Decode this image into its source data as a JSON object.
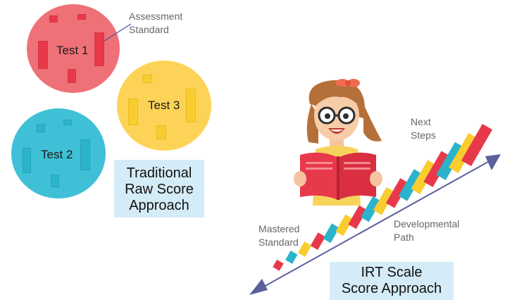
{
  "tests": {
    "test1": {
      "label": "Test 1",
      "color": "#ef7178"
    },
    "test2": {
      "label": "Test 2",
      "color": "#3fc0d6"
    },
    "test3": {
      "label": "Test 3",
      "color": "#fdd357"
    }
  },
  "annotations": {
    "assessment_standard": "Assessment\nStandard",
    "next_steps": "Next\nSteps",
    "mastered_standard": "Mastered\nStandard",
    "developmental_path": "Developmental\nPath"
  },
  "approaches": {
    "traditional": "Traditional\nRaw Score\nApproach",
    "irt": "IRT Scale\nScore Approach"
  },
  "colors": {
    "bar_red": "#e8394a",
    "bar_blue": "#2bb3cc",
    "bar_yellow": "#f9cd2e",
    "arrow": "#5b5f9c",
    "label_box": "#d4ecf7"
  },
  "icons": {
    "character": "girl-reading-book-icon"
  }
}
